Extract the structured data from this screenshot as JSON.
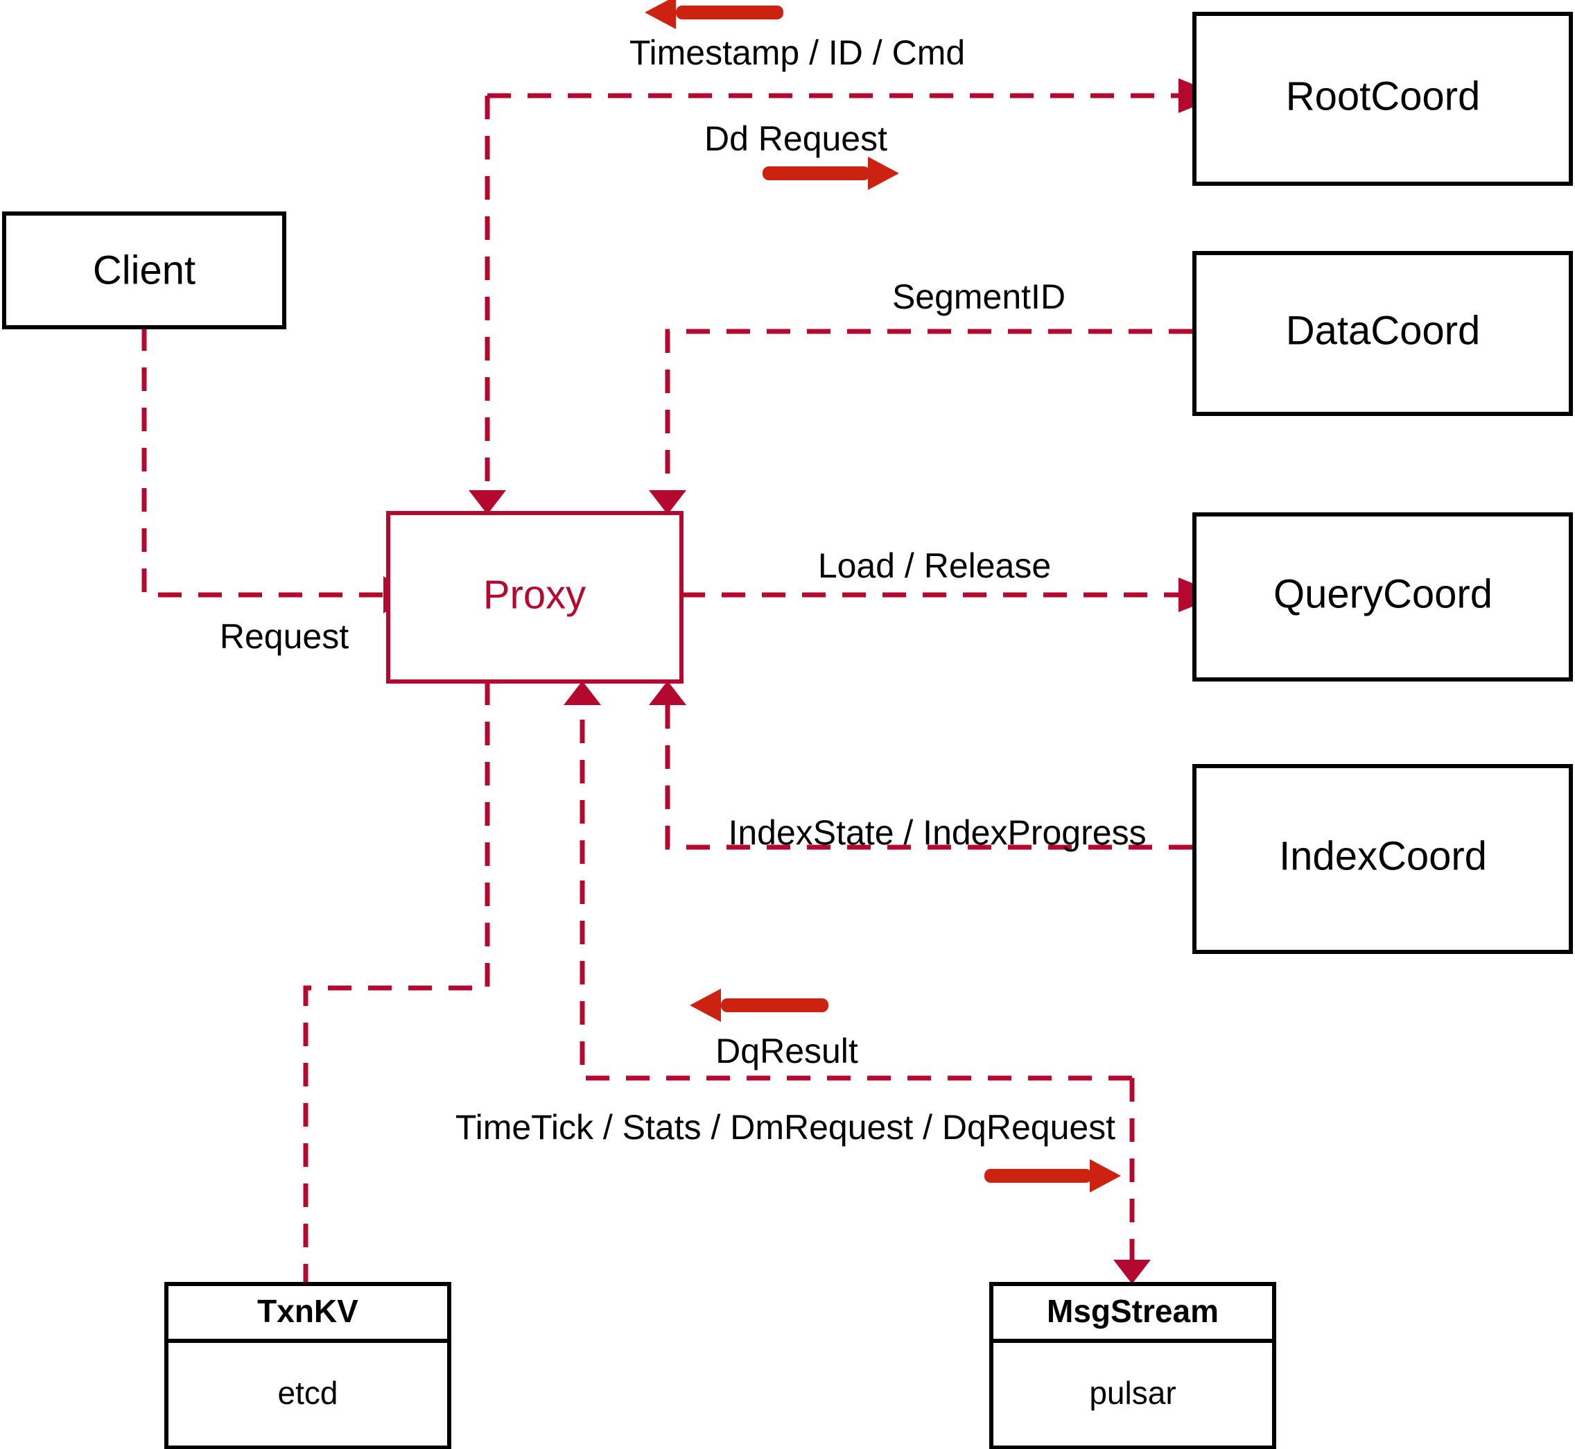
{
  "diagram": {
    "title": "Milvus Proxy interaction diagram",
    "colors": {
      "flow_accent": "#B5082E",
      "direction_arrow": "#CC2211",
      "node_stroke": "#000000",
      "background": "#ffffff"
    },
    "nodes": {
      "client": {
        "label": "Client"
      },
      "proxy": {
        "label": "Proxy"
      },
      "root_coord": {
        "label": "RootCoord"
      },
      "data_coord": {
        "label": "DataCoord"
      },
      "query_coord": {
        "label": "QueryCoord"
      },
      "index_coord": {
        "label": "IndexCoord"
      },
      "txnkv": {
        "title": "TxnKV",
        "impl": "etcd"
      },
      "msgstream": {
        "title": "MsgStream",
        "impl": "pulsar"
      }
    },
    "edges": {
      "timestamp_id_cmd": {
        "label": "Timestamp / ID / Cmd",
        "from": "RootCoord",
        "to": "Proxy"
      },
      "dd_request": {
        "label": "Dd Request",
        "from": "Proxy",
        "to": "RootCoord"
      },
      "segment_id": {
        "label": "SegmentID",
        "from": "DataCoord",
        "to": "Proxy"
      },
      "load_release": {
        "label": "Load / Release",
        "from": "Proxy",
        "to": "QueryCoord"
      },
      "request": {
        "label": "Request",
        "from": "Client",
        "to": "Proxy"
      },
      "index_state": {
        "label": "IndexState / IndexProgress",
        "from": "IndexCoord",
        "to": "Proxy"
      },
      "dq_result": {
        "label": "DqResult",
        "from": "MsgStream",
        "to": "Proxy"
      },
      "timetick_stats": {
        "label": "TimeTick / Stats / DmRequest / DqRequest",
        "from": "Proxy",
        "to": "MsgStream"
      }
    }
  }
}
